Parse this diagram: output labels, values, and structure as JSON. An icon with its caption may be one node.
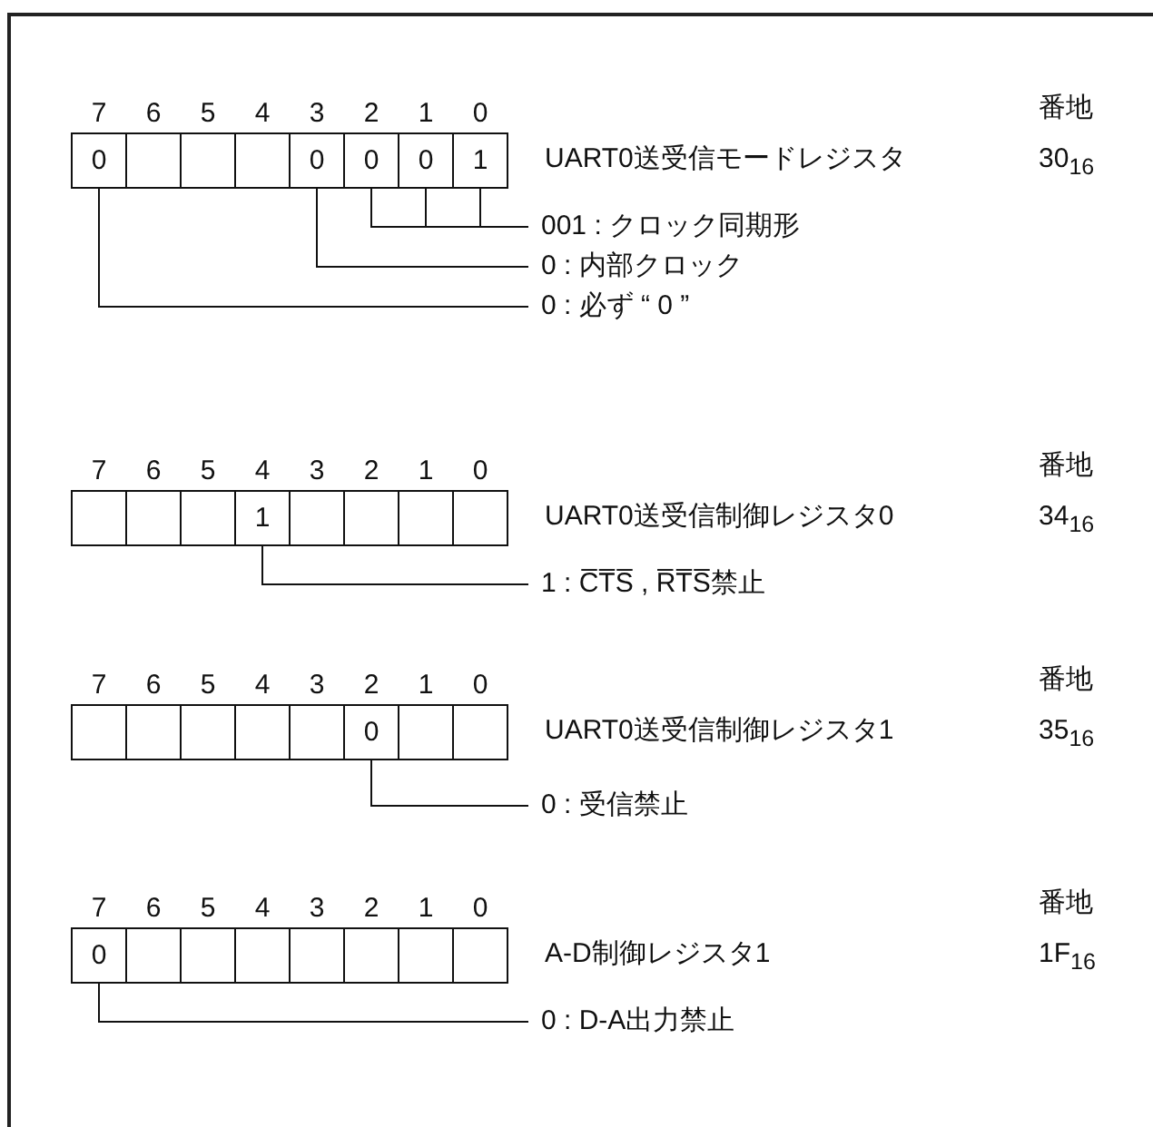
{
  "diagram": {
    "nodes": [
      {
        "text": [
          "0"
        ]
      },
      {
        "text": [],
        "shape": "box"
      },
      {
        "text": [],
        "shape": "box"
      },
      {
        "text": [],
        "shape": "box"
      },
      {
        "text": [
          "0"
        ]
      },
      {
        "text": [
          "0"
        ]
      },
      {
        "text": [
          "0"
        ]
      },
      {
        "text": [
          "1"
        ]
      },
      {
        "text": [
          "001 : クロック同期形"
        ]
      },
      {
        "text": [
          "0 : 内部クロック"
        ]
      },
      {
        "text": [
          "0 : 必ず “ 0 ”"
        ]
      },
      {
        "text": [],
        "shape": "box"
      },
      {
        "text": [],
        "shape": "box"
      },
      {
        "text": [],
        "shape": "box"
      },
      {
        "text": [
          "1"
        ]
      },
      {
        "text": [],
        "shape": "box"
      },
      {
        "text": [],
        "shape": "box"
      },
      {
        "text": [],
        "shape": "box"
      },
      {
        "text": [],
        "shape": "box"
      },
      {
        "text": [
          "1 : C̅T̅S̅ , R̅T̅S̅禁止"
        ]
      },
      {
        "text": [],
        "shape": "box"
      },
      {
        "text": [],
        "shape": "box"
      },
      {
        "text": [],
        "shape": "box"
      },
      {
        "text": [],
        "shape": "box"
      },
      {
        "text": [],
        "shape": "box"
      },
      {
        "text": [
          "0"
        ]
      },
      {
        "text": [],
        "shape": "box"
      },
      {
        "text": [],
        "shape": "box"
      },
      {
        "text": [
          "0 : 受信禁止"
        ]
      },
      {
        "text": [
          "0"
        ]
      },
      {
        "text": [],
        "shape": "box"
      },
      {
        "text": [],
        "shape": "box"
      },
      {
        "text": [],
        "shape": "box"
      },
      {
        "text": [],
        "shape": "box"
      },
      {
        "text": [],
        "shape": "box"
      },
      {
        "text": [],
        "shape": "box"
      },
      {
        "text": [],
        "shape": "box"
      },
      {
        "text": [
          "0 : D-A出力禁止"
        ]
      }
    ],
    "edges": [
      {
        "from": 5,
        "to": 8,
        "arrow": "none"
      },
      {
        "from": 6,
        "to": 8,
        "arrow": "none"
      },
      {
        "from": 7,
        "to": 8,
        "arrow": "none"
      },
      {
        "from": 4,
        "to": 9,
        "arrow": "none"
      },
      {
        "from": 0,
        "to": 10,
        "arrow": "none"
      },
      {
        "from": 14,
        "to": 19,
        "arrow": "none"
      },
      {
        "from": 25,
        "to": 28,
        "arrow": "none"
      },
      {
        "from": 29,
        "to": 37,
        "arrow": "none"
      }
    ],
    "labels": [
      "7",
      "6",
      "5",
      "4",
      "3",
      "2",
      "1",
      "0",
      "番地",
      "UART0送受信モードレジスタ",
      "30$_{16}$",
      "7",
      "6",
      "5",
      "4",
      "3",
      "2",
      "1",
      "0",
      "番地",
      "UART0送受信制御レジスタ0",
      "34$_{16}$",
      "7",
      "6",
      "5",
      "4",
      "3",
      "2",
      "1",
      "0",
      "番地",
      "UART0送受信制御レジスタ1",
      "35$_{16}$",
      "7",
      "6",
      "5",
      "4",
      "3",
      "2",
      "1",
      "0",
      "番地",
      "A-D制御レジスタ1",
      "1F$_{16}$"
    ]
  }
}
